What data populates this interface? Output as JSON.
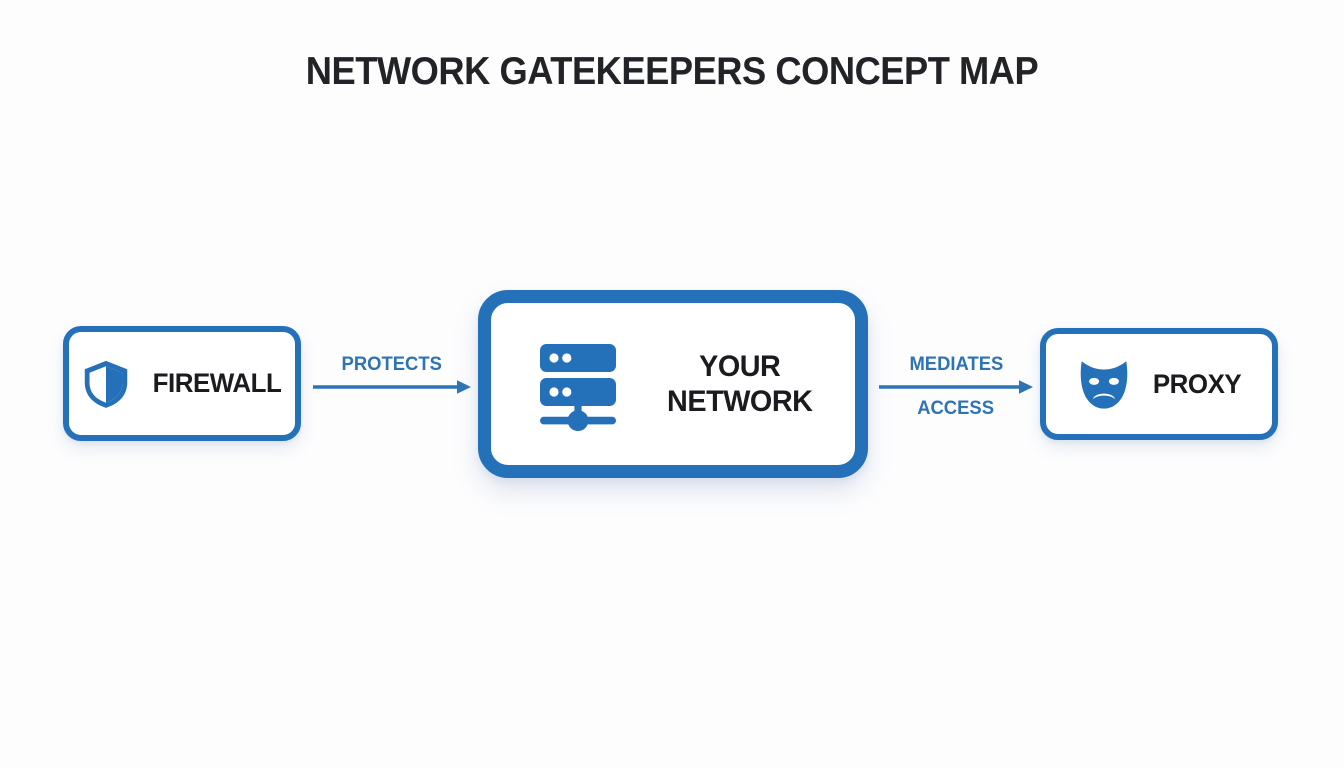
{
  "title": "NETWORK GATEKEEPERS CONCEPT MAP",
  "colors": {
    "accent_blue": "#2471b9",
    "arrow_blue": "#2e74b5",
    "text_dark": "#1a1b1e",
    "background": "#fdfdfe"
  },
  "nodes": [
    {
      "id": "firewall",
      "label": "FIREWALL",
      "icon": "shield-half-icon"
    },
    {
      "id": "your-network",
      "label_line1": "YOUR",
      "label_line2": "NETWORK",
      "icon": "server-network-icon"
    },
    {
      "id": "proxy",
      "label": "PROXY",
      "icon": "theater-mask-icon"
    }
  ],
  "connectors": [
    {
      "id": "protects",
      "label_above": "PROTECTS",
      "from": "firewall",
      "to": "your-network",
      "icon": "arrow-right-icon"
    },
    {
      "id": "mediates-access",
      "label_above": "MEDIATES",
      "label_below": "ACCESS",
      "from": "your-network",
      "to": "proxy",
      "icon": "arrow-right-icon"
    }
  ]
}
